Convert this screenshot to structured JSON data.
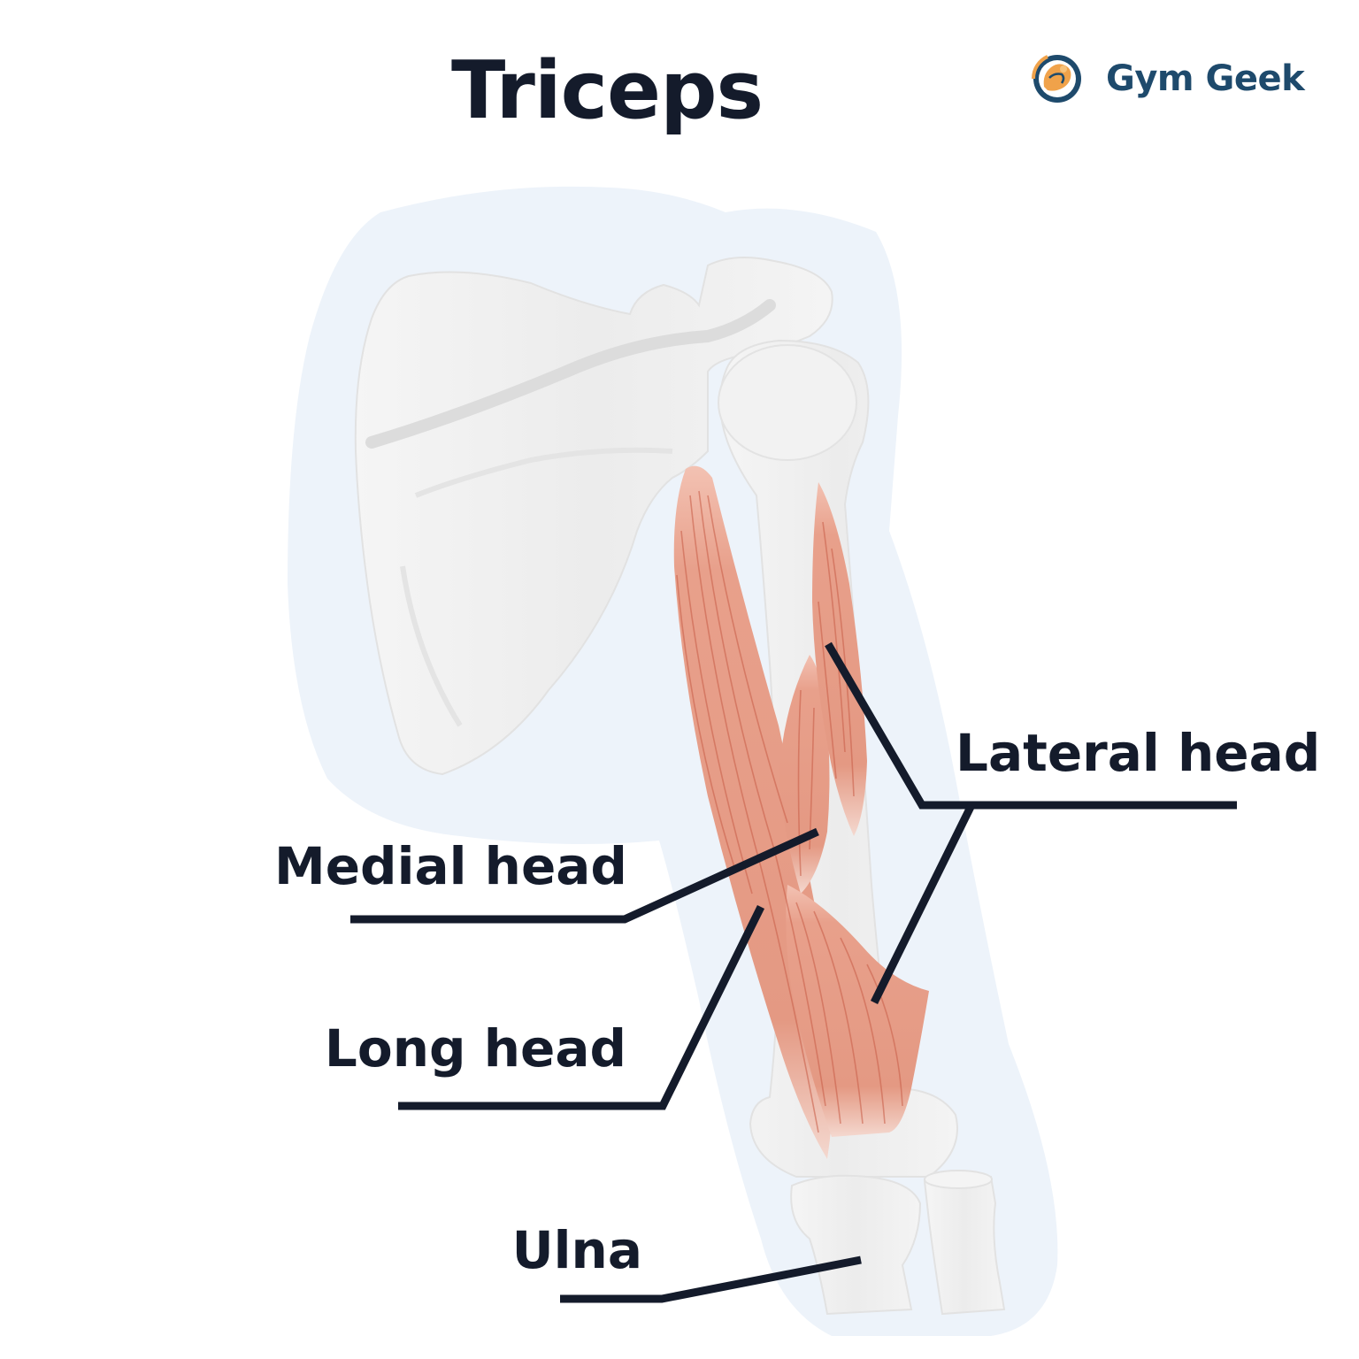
{
  "title": "Triceps",
  "brand": {
    "name": "Gym Geek",
    "logo_icon": "flexing-mascot-icon",
    "color": "#1e4a6c"
  },
  "labels": {
    "lateral_head": "Lateral head",
    "medial_head": "Medial head",
    "long_head": "Long head",
    "ulna": "Ulna"
  },
  "colors": {
    "text": "#141b2b",
    "bone": "#efefef",
    "muscle": "#e59a86",
    "muscle_lines": "#c9614b",
    "silhouette": "#edf3fa"
  }
}
